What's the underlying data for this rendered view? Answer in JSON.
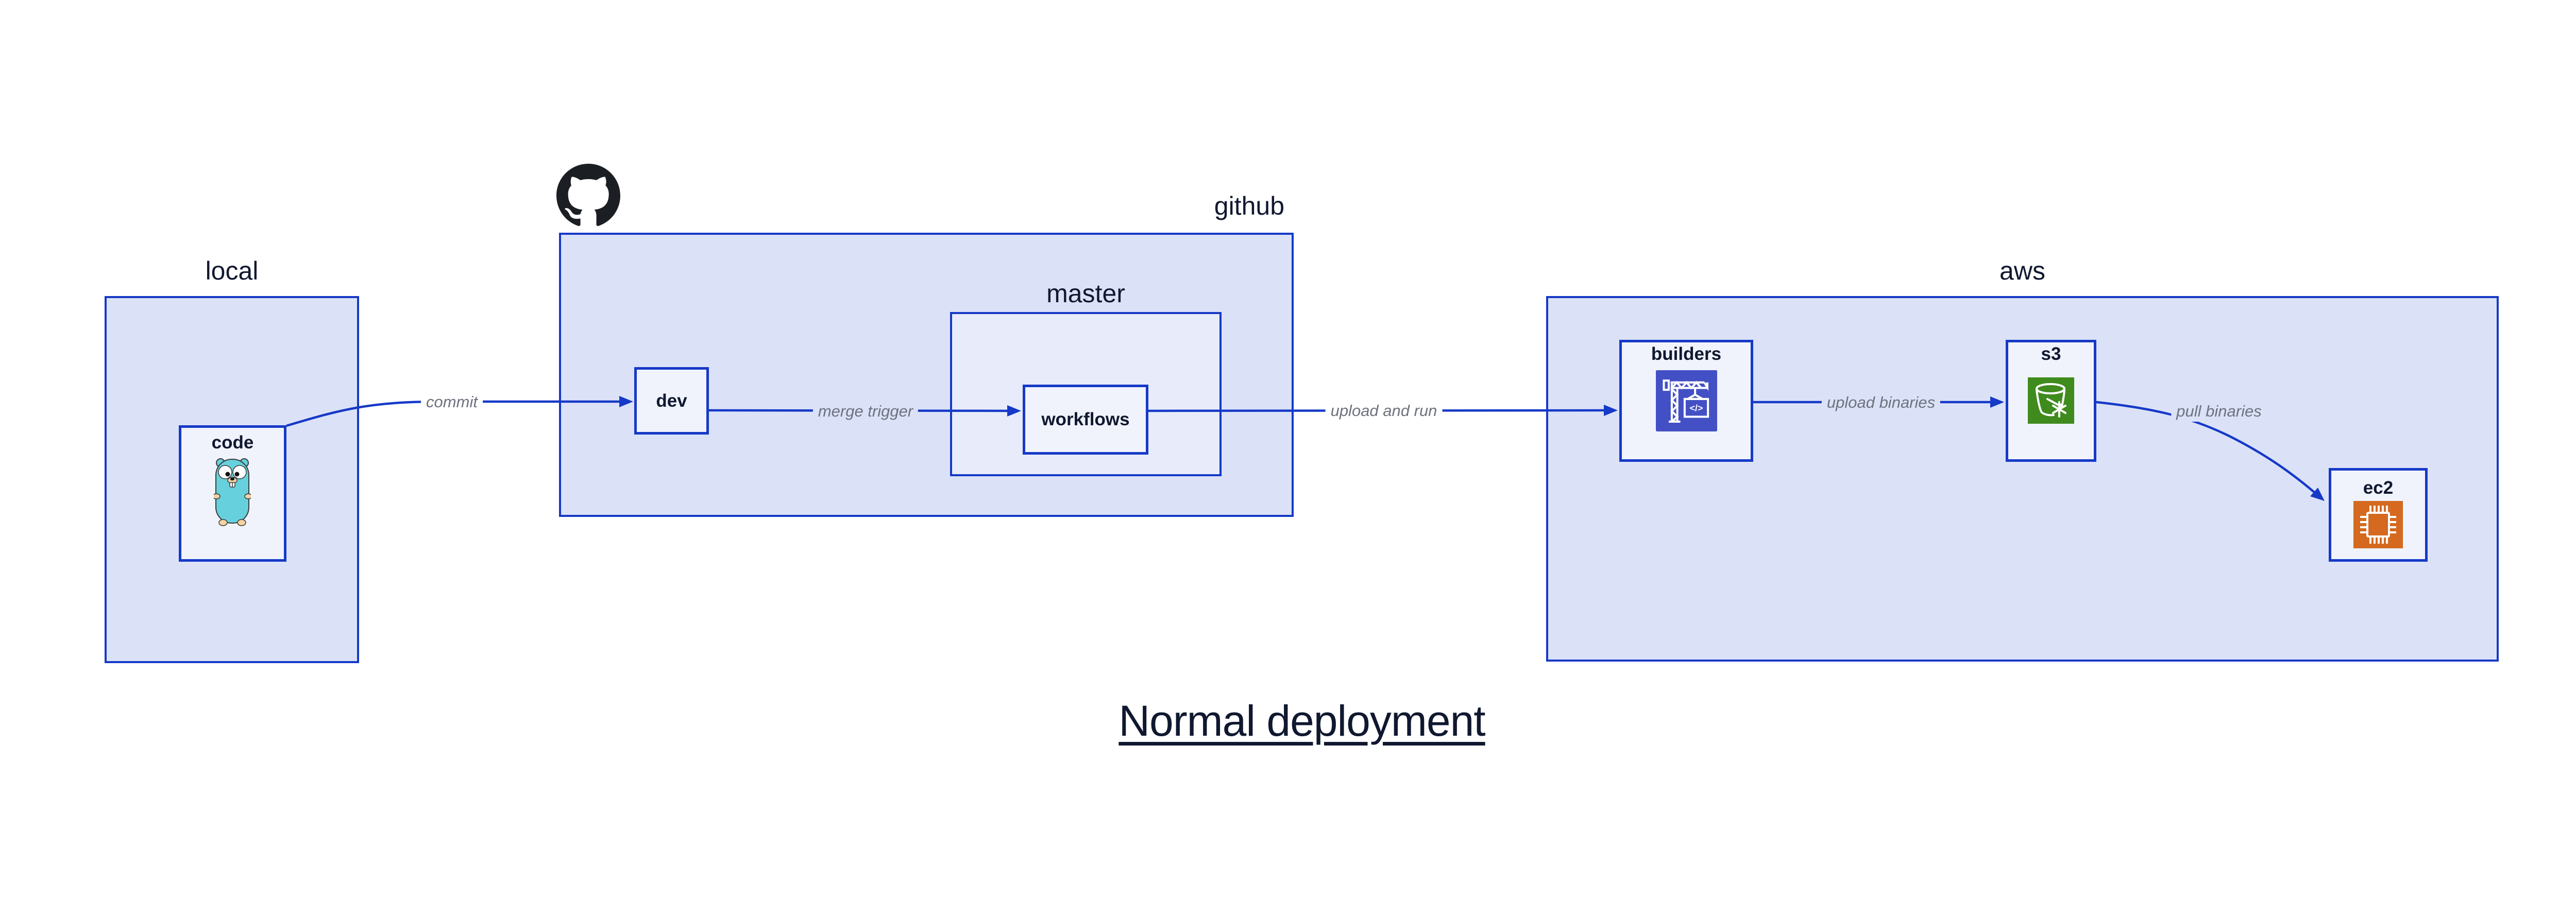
{
  "title": {
    "text": "Normal deployment"
  },
  "theme": {
    "canvas-bg": "#ffffff",
    "edge-blue": "#1639c7",
    "cluster-fill": "#dbe2f8",
    "master-fill": "#e8ecfa",
    "node-fill": "#f0f3fc",
    "text-navy": "#101830",
    "edge-label-gray": "#6d727e",
    "octocat-black": "#1b1f23",
    "builders-icon-bg": "#4350c5",
    "s3-icon-bg": "#3f8b1e",
    "ec2-icon-bg": "#d4691f",
    "gopher-teal": "#66d1dc",
    "gopher-beige": "#f2d3a2"
  },
  "clusters": {
    "local": {
      "label": "local"
    },
    "github": {
      "label": "github"
    },
    "master": {
      "label": "master"
    },
    "aws": {
      "label": "aws"
    }
  },
  "nodes": {
    "code": {
      "label": "code",
      "icon": "go-gopher-icon"
    },
    "dev": {
      "label": "dev"
    },
    "workflows": {
      "label": "workflows"
    },
    "builders": {
      "label": "builders",
      "icon": "crane-icon"
    },
    "s3": {
      "label": "s3",
      "icon": "bucket-snowflake-icon"
    },
    "ec2": {
      "label": "ec2",
      "icon": "chip-icon"
    }
  },
  "edges": {
    "commit": {
      "label": "commit"
    },
    "merge_trigger": {
      "label": "merge trigger"
    },
    "upload_and_run": {
      "label": "upload and run"
    },
    "upload_binaries": {
      "label": "upload binaries"
    },
    "pull_binaries": {
      "label": "pull binaries"
    }
  },
  "icon_text": {
    "crane_code": "</>"
  }
}
